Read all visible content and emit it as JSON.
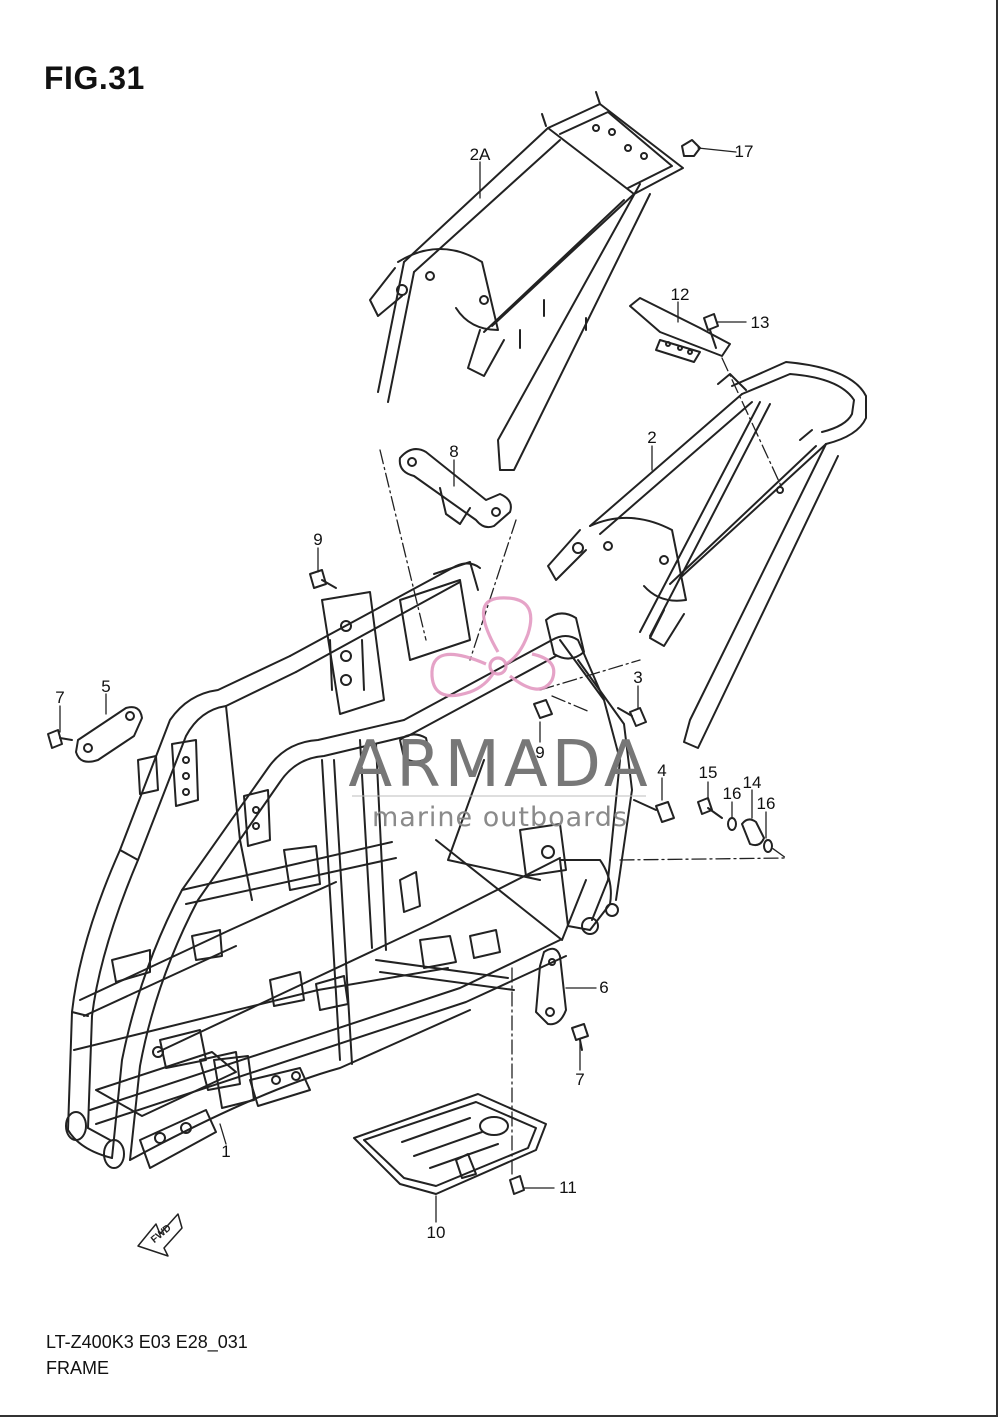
{
  "figure": {
    "title": "FIG.31"
  },
  "footer": {
    "model_code": "LT-Z400K3 E03 E28_031",
    "section_name": "FRAME"
  },
  "watermark": {
    "brand": "ARMADA",
    "tagline": "marine outboards",
    "logo_color": "#e39ac2",
    "text_color": "#777777"
  },
  "fwd_arrow": {
    "label": "FWD"
  },
  "callouts": [
    {
      "id": "1",
      "label": "1"
    },
    {
      "id": "2",
      "label": "2"
    },
    {
      "id": "2a",
      "label": "2A"
    },
    {
      "id": "3",
      "label": "3"
    },
    {
      "id": "4",
      "label": "4"
    },
    {
      "id": "5",
      "label": "5"
    },
    {
      "id": "6",
      "label": "6"
    },
    {
      "id": "7a",
      "label": "7"
    },
    {
      "id": "7b",
      "label": "7"
    },
    {
      "id": "8",
      "label": "8"
    },
    {
      "id": "9a",
      "label": "9"
    },
    {
      "id": "9b",
      "label": "9"
    },
    {
      "id": "10",
      "label": "10"
    },
    {
      "id": "11",
      "label": "11"
    },
    {
      "id": "12",
      "label": "12"
    },
    {
      "id": "13",
      "label": "13"
    },
    {
      "id": "14",
      "label": "14"
    },
    {
      "id": "15",
      "label": "15"
    },
    {
      "id": "16a",
      "label": "16"
    },
    {
      "id": "16b",
      "label": "16"
    },
    {
      "id": "17",
      "label": "17"
    }
  ]
}
